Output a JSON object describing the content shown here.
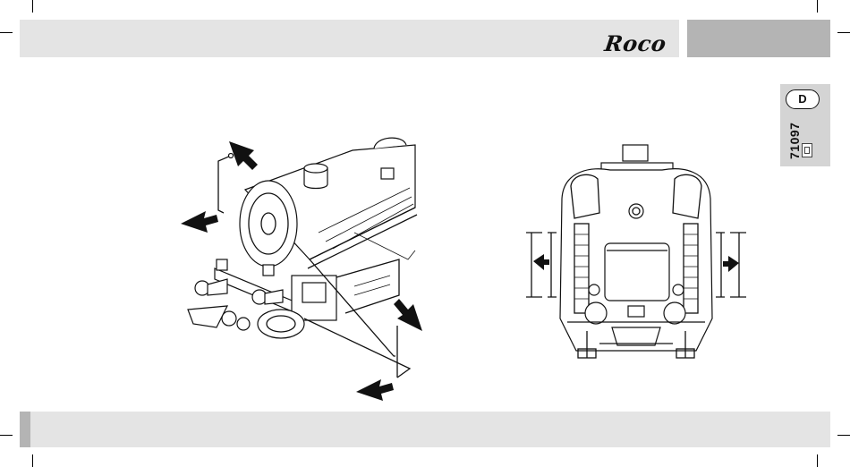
{
  "brand": {
    "logo_text": "Roco"
  },
  "side_tab": {
    "language": "D",
    "model_number": "71097"
  },
  "illustrations": [
    {
      "name": "locomotive-side-view",
      "arrows": 4
    },
    {
      "name": "locomotive-front-view",
      "arrows": 2
    }
  ],
  "colors": {
    "bar_light": "#e4e4e4",
    "bar_dark": "#b4b4b4",
    "ink": "#111111"
  }
}
